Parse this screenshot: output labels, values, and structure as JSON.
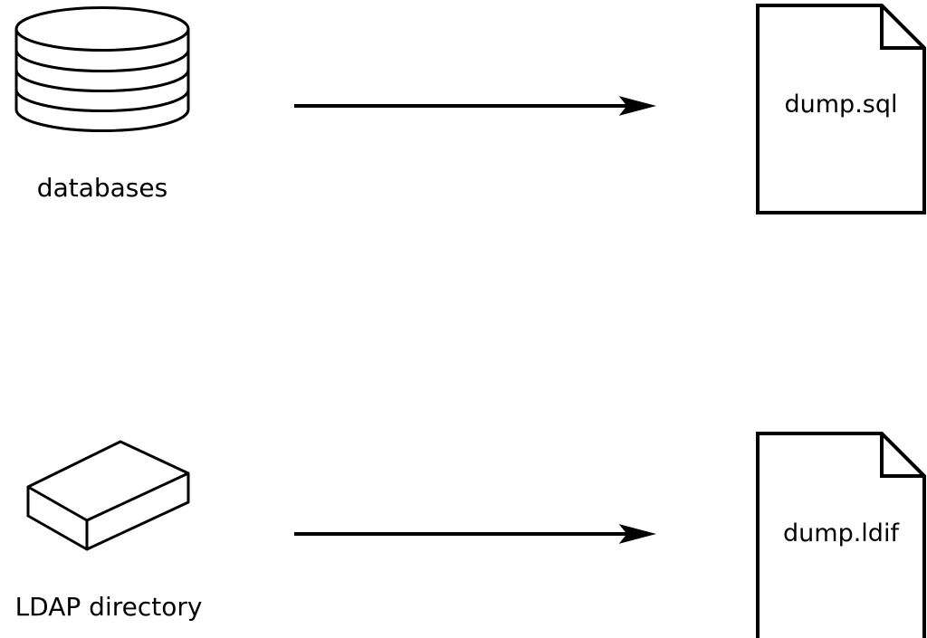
{
  "diagram": {
    "rows": [
      {
        "source_label": "databases",
        "source_icon": "database-cylinder-icon",
        "arrow": "right-arrow",
        "target_file": "dump.sql",
        "target_icon": "document-icon"
      },
      {
        "source_label": "LDAP directory",
        "source_icon": "box-icon",
        "arrow": "right-arrow",
        "target_file": "dump.ldif",
        "target_icon": "document-icon"
      }
    ],
    "colors": {
      "stroke": "#000000",
      "background": "#ffffff"
    }
  }
}
